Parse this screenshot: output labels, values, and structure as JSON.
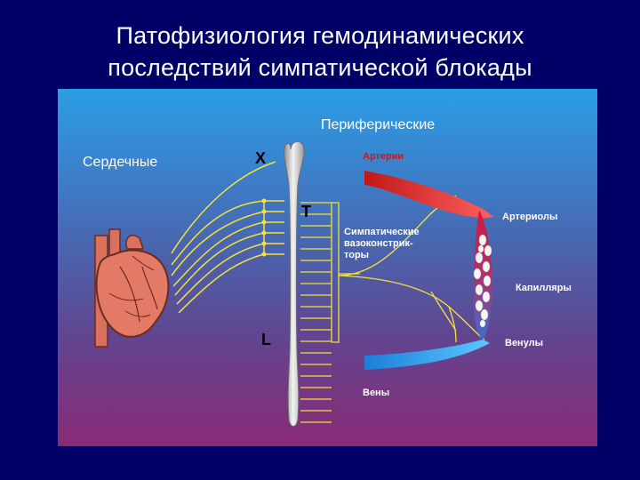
{
  "slide": {
    "title_line1": "Патофизиология гемодинамических",
    "title_line2": "последствий симпатической блокады"
  },
  "diagram": {
    "label_cardiac": "Сердечные",
    "label_peripheral": "Периферические",
    "level_x": "X",
    "level_t": "T",
    "level_l": "L",
    "vaso_line1": "Симпатические",
    "vaso_line2": "вазоконстрик-",
    "vaso_line3": "торы",
    "label_arteries": "Артерии",
    "label_arterioles": "Артериолы",
    "label_capillaries": "Капилляры",
    "label_venules": "Венулы",
    "label_veins": "Вены"
  },
  "colors": {
    "background": "#000066",
    "nerve": "#f2e23a",
    "artery": "#d42020",
    "vein": "#1e90e6",
    "spinal_cord": "#c8c8c8",
    "heart": "#d9715e"
  },
  "icons": [
    "heart-illustration",
    "spinal-cord-illustration",
    "vessel-illustration"
  ]
}
